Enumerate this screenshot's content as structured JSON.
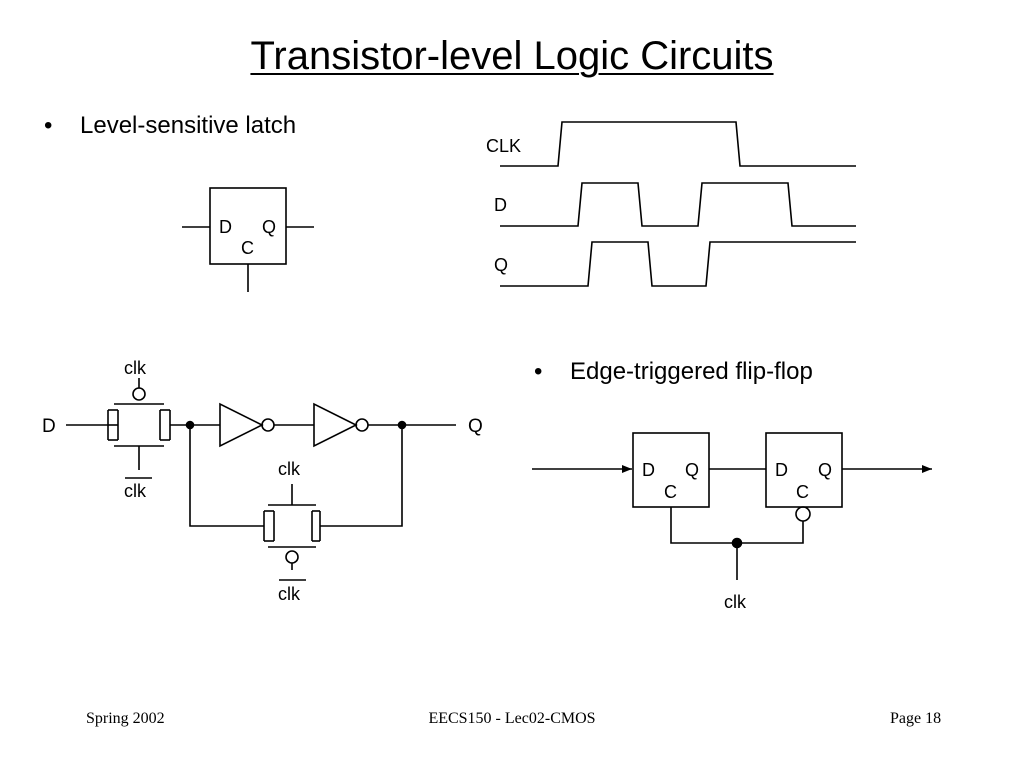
{
  "slide": {
    "title": "Transistor-level Logic Circuits",
    "bullet_marker": "•",
    "bullet_latch": "Level-sensitive latch",
    "bullet_flipflop": "Edge-triggered flip-flop"
  },
  "latch_symbol": {
    "d": "D",
    "q": "Q",
    "c": "C"
  },
  "timing": {
    "signals": [
      "CLK",
      "D",
      "Q"
    ]
  },
  "latch_circuit": {
    "input": "D",
    "output": "Q",
    "clk_top_gate1": "clk",
    "clk_bottom_gate1": "clk",
    "clk_top_gate2": "clk",
    "clk_bottom_gate2": "clk"
  },
  "flipflop": {
    "ff1": {
      "d": "D",
      "q": "Q",
      "c": "C"
    },
    "ff2": {
      "d": "D",
      "q": "Q",
      "c": "C"
    },
    "clk_label": "clk"
  },
  "footer": {
    "left": "Spring 2002",
    "center": "EECS150 - Lec02-CMOS",
    "right": "Page 18"
  },
  "colors": {
    "ink": "#000000",
    "background": "#ffffff"
  }
}
